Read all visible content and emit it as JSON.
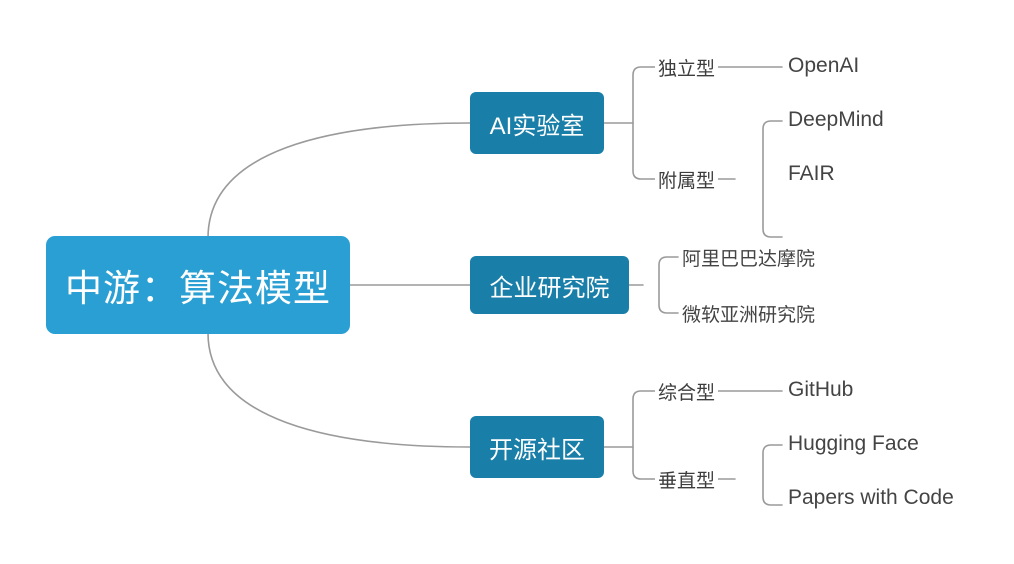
{
  "diagram": {
    "type": "mind-map",
    "background_color": "#ffffff",
    "root_color": "#2a9fd4",
    "branch_color": "#1a7fa8",
    "connector_color": "#9a9a9a",
    "text_color_dark": "#444444",
    "root": {
      "label": "中游：算法模型"
    },
    "branches": [
      {
        "label": "AI实验室",
        "groups": [
          {
            "label": "独立型",
            "leaves": [
              {
                "label": "OpenAI"
              }
            ]
          },
          {
            "label": "附属型",
            "leaves": [
              {
                "label": "DeepMind"
              },
              {
                "label": "FAIR"
              }
            ]
          }
        ]
      },
      {
        "label": "企业研究院",
        "groups": [
          {
            "label": "",
            "leaves": [
              {
                "label": "阿里巴巴达摩院"
              },
              {
                "label": "微软亚洲研究院"
              }
            ]
          }
        ]
      },
      {
        "label": "开源社区",
        "groups": [
          {
            "label": "综合型",
            "leaves": [
              {
                "label": "GitHub"
              }
            ]
          },
          {
            "label": "垂直型",
            "leaves": [
              {
                "label": "Hugging Face"
              },
              {
                "label": "Papers with Code"
              }
            ]
          }
        ]
      }
    ]
  }
}
